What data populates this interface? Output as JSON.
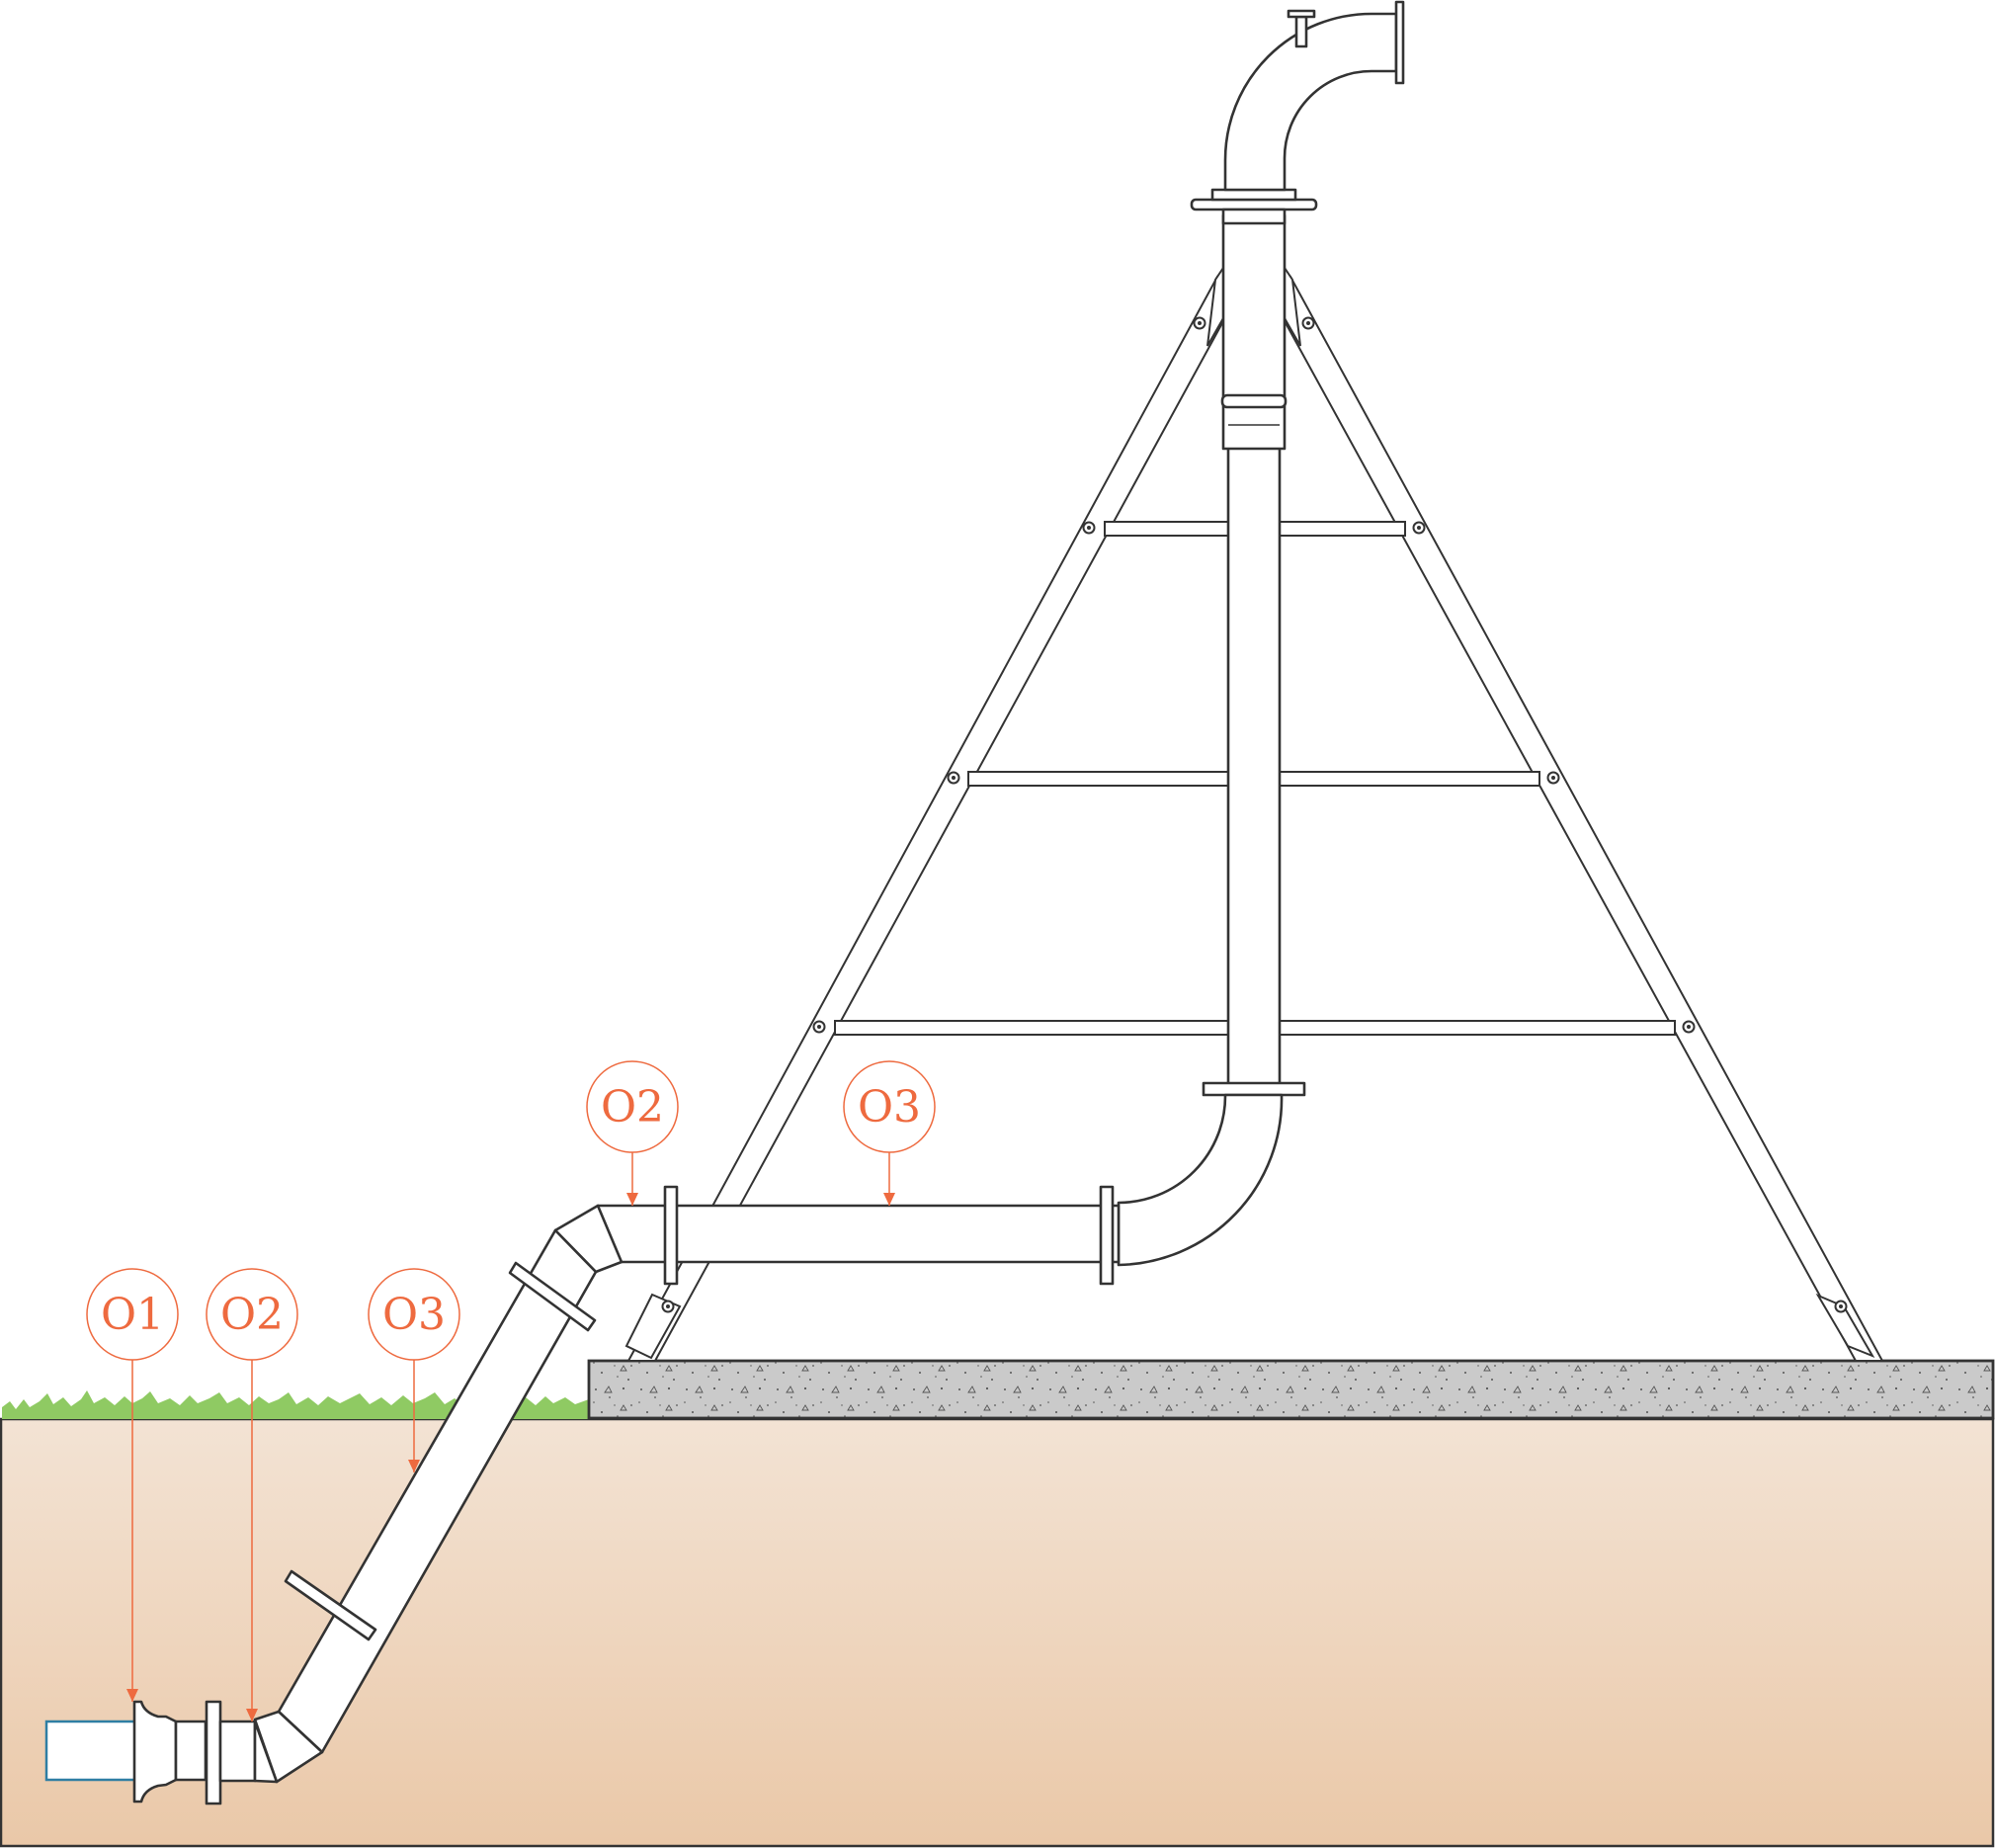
{
  "diagram": {
    "accent_color": "#ee6a3f",
    "soil_colors": [
      "#f3e3d4",
      "#eac8a8"
    ],
    "grass_color": "#8fca63",
    "concrete_color": "#cacaca",
    "inlet_color": "#2f7ea3",
    "callouts": [
      {
        "id": "callout-ground-1",
        "label": "O1"
      },
      {
        "id": "callout-ground-2",
        "label": "O2"
      },
      {
        "id": "callout-ground-3",
        "label": "O3"
      },
      {
        "id": "callout-pipe-2",
        "label": "O2"
      },
      {
        "id": "callout-pipe-3",
        "label": "O3"
      }
    ]
  }
}
